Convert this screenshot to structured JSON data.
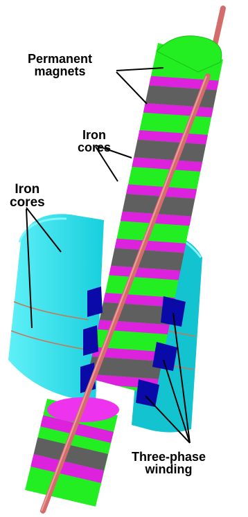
{
  "labels": {
    "permanent_magnets": [
      "Permanent",
      "magnets"
    ],
    "iron_cores_upper": [
      "Iron",
      "cores"
    ],
    "iron_cores_left": [
      "Iron",
      "cores"
    ],
    "three_phase_winding": [
      "Three-phase",
      "winding"
    ]
  },
  "colors": {
    "magnet_green": "#22ee22",
    "core_magenta": "#dd22dd",
    "core_gray": "#5f5f5f",
    "stator_cyan": "#11d9e6",
    "winding_blue": "#0a0aa8",
    "shaft_pink": "#d46c6c",
    "outline": "#000000"
  }
}
